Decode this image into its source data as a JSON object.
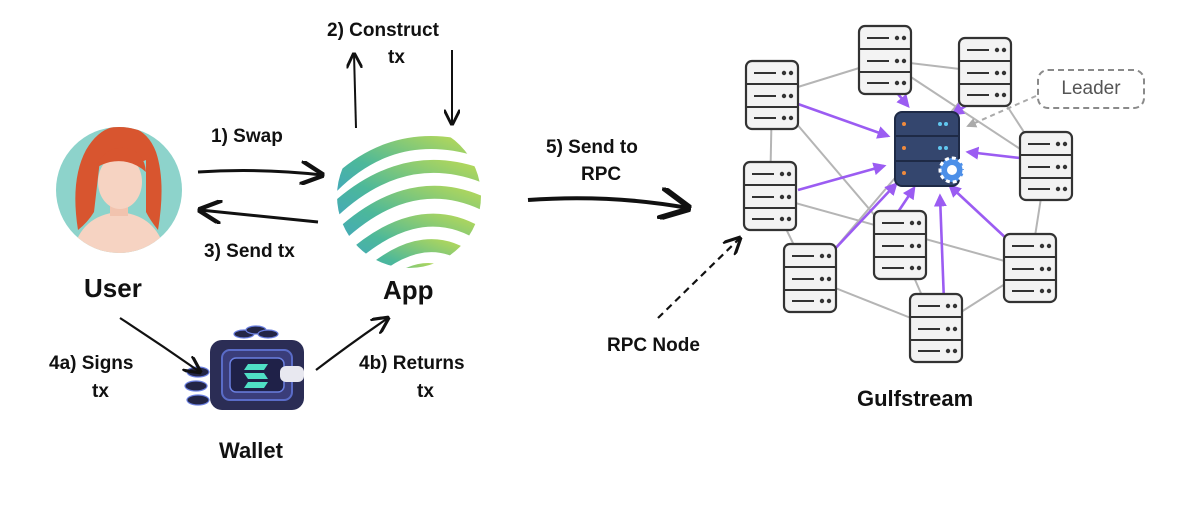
{
  "labels": {
    "swap": "1) Swap",
    "construct_line1": "2) Construct",
    "construct_line2": "tx",
    "send_tx": "3) Send tx",
    "signs_line1": "4a) Signs",
    "signs_line2": "tx",
    "returns_line1": "4b) Returns",
    "returns_line2": "tx",
    "send_rpc_line1": "5) Send to",
    "send_rpc_line2": "RPC",
    "rpc_node": "RPC Node",
    "leader": "Leader"
  },
  "entities": {
    "user": "User",
    "app": "App",
    "wallet": "Wallet",
    "gulfstream": "Gulfstream"
  },
  "colors": {
    "arrow": "#111111",
    "flow": "#9b5cf2",
    "mesh": "#b5b5b5",
    "user_bg": "#8dd3cb",
    "hair": "#d8552f",
    "skin": "#f6d3c2",
    "app_gradient": [
      "#b8d957",
      "#4cb89a",
      "#3f9fd0"
    ],
    "wallet_body": "#2b2d55",
    "server_body": "#f2f2f2",
    "leader_body": "#34466e"
  },
  "icons": {
    "user": "user-avatar-icon",
    "app": "app-logo-icon",
    "wallet": "wallet-icon",
    "server": "server-icon",
    "leader": "leader-server-icon",
    "gear": "gear-icon"
  }
}
